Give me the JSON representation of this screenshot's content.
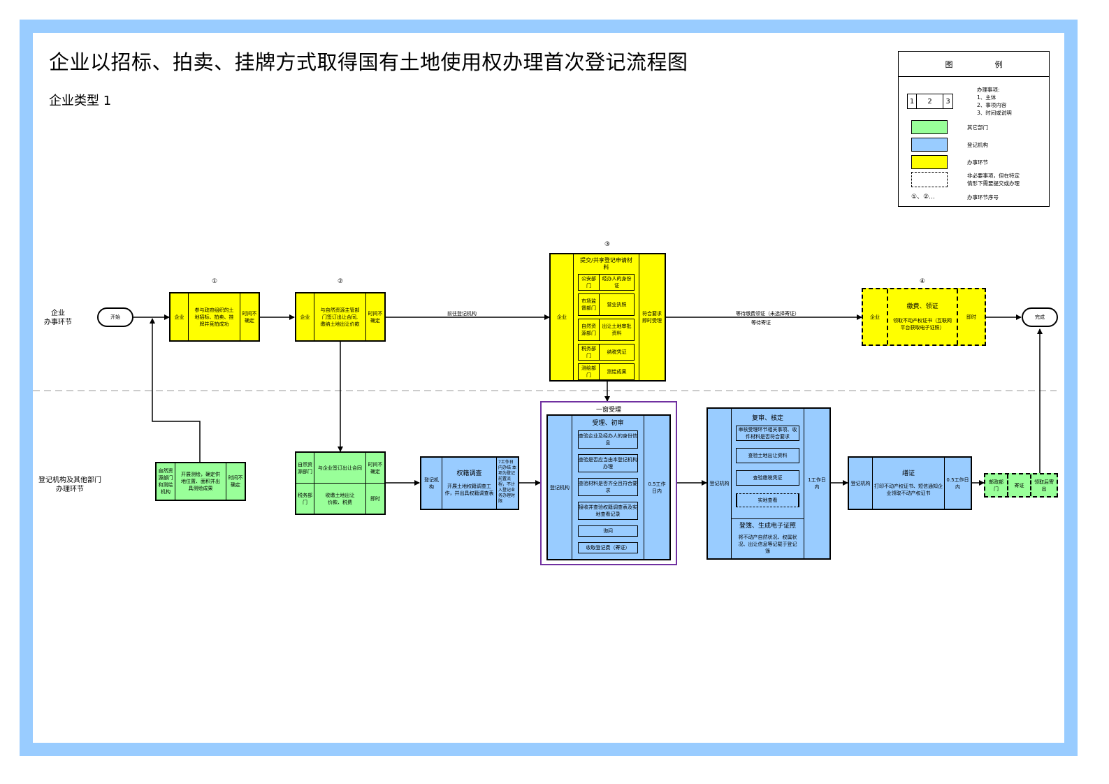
{
  "title": "企业以招标、拍卖、挂牌方式取得国有土地使用权办理首次登记流程图",
  "subtitle": "企业类型  1",
  "colors": {
    "frame": "#99ccff",
    "other_dept": "#99ff99",
    "registry": "#99ccff",
    "enterprise_step": "#ffff00",
    "one_window_border": "#7030a0"
  },
  "legend": {
    "heading_left": "图",
    "heading_right": "例",
    "item_box_cells": [
      "1",
      "2",
      "3"
    ],
    "item_box_desc": [
      "办理事项:",
      "1、主体",
      "2、事项内容",
      "3、时间或说明"
    ],
    "green_label": "其它部门",
    "blue_label": "登记机构",
    "yellow_label": "办事环节",
    "dashed_label_1": "非必要事项，但在特定",
    "dashed_label_2": "情形下需要提交或办理",
    "seq_symbol": "①、②...",
    "seq_label": "办事环节序号"
  },
  "lanes": {
    "enterprise": [
      "企业",
      "办事环节"
    ],
    "registry": [
      "登记机构及其他部门",
      "办理环节"
    ]
  },
  "start": "开始",
  "end": "完成",
  "steps": {
    "s1": {
      "num": "①",
      "subject": "企业",
      "content": "参与政府组织的土地招标、拍卖、挂牌并竞拍成功",
      "time": "时间不确定"
    },
    "s2": {
      "num": "②",
      "subject": "企业",
      "content": "与自然资源主管部门签订出让合同,缴纳土地出让价款",
      "time": "时间不确定"
    },
    "s3": {
      "num": "③",
      "subject": "企业",
      "heading": "提交/共享登记申请材料",
      "rows": [
        {
          "dept": "公安部门",
          "material": "经办人的身份证"
        },
        {
          "dept": "市场监督部门",
          "material": "营业执照"
        },
        {
          "dept": "自然资源部门",
          "material": "出让土地审批资料"
        },
        {
          "dept": "税务部门",
          "material": "纳税凭证"
        },
        {
          "dept": "测绘部门",
          "material": "测绘成果"
        }
      ],
      "time": "符合要求即时受理"
    },
    "s4": {
      "num": "④",
      "subject": "企业",
      "heading": "缴费、领证",
      "content": "领取不动产权证书（互联网平台获取电子证照）",
      "time": "即时"
    }
  },
  "edges": {
    "to_registry": "前往登记机构",
    "wait_fee": "等待缴费领证（未选择寄证）",
    "wait_mail": "等待寄证"
  },
  "survey_box": {
    "subject": "自然资源部门和测绘机构",
    "content": "开展测绘，确定供地位置、面积并出具测绘成果",
    "time": "时间不确定"
  },
  "contract_box": {
    "rows": [
      {
        "subject": "自然资源部门",
        "content": "与企业签订出让合同",
        "time": "时间不确定"
      },
      {
        "subject": "税务部门",
        "content": "收缴土地出让价款、税费",
        "time": "即时"
      }
    ]
  },
  "title_survey": {
    "subject": "登记机构",
    "heading": "权籍调查",
    "content": "开展土地权籍调查工作，并出具权籍调查表",
    "time": "7工作日内办结 本项为登记前置流程，不计入登记业务办理时限"
  },
  "one_window": {
    "label": "一窗受理",
    "subject": "登记机构",
    "heading": "受理、初审",
    "items": [
      "查验企业及经办人的身份信息",
      "查验是否应当由本登记机构办理",
      "查验材料是否齐全且符合要求",
      "接收并查验权籍调查表及实地查看记录",
      "询问",
      "收取登记费（寄证）"
    ],
    "time": "0.5工作日内"
  },
  "review": {
    "subject": "登记机构",
    "heading": "复审、核定",
    "items": [
      "审核受理环节相关事项、收件材料是否符合要求",
      "查验土地出让资料",
      "查验缴税凭证"
    ],
    "optional_item": "实地查看",
    "record_heading": "登簿、生成电子证照",
    "record_content": "将不动产自然状况、权属状况、出让信息等记载于登记簿",
    "time": "1工作日内"
  },
  "certificate": {
    "subject": "登记机构",
    "heading": "缮证",
    "content": "打印不动产权证书、短信通知企业领取不动产权证书",
    "time": "0.5工作日内"
  },
  "mail_box": {
    "subject": "邮政部门",
    "content": "寄证",
    "time": "领取后寄出"
  }
}
